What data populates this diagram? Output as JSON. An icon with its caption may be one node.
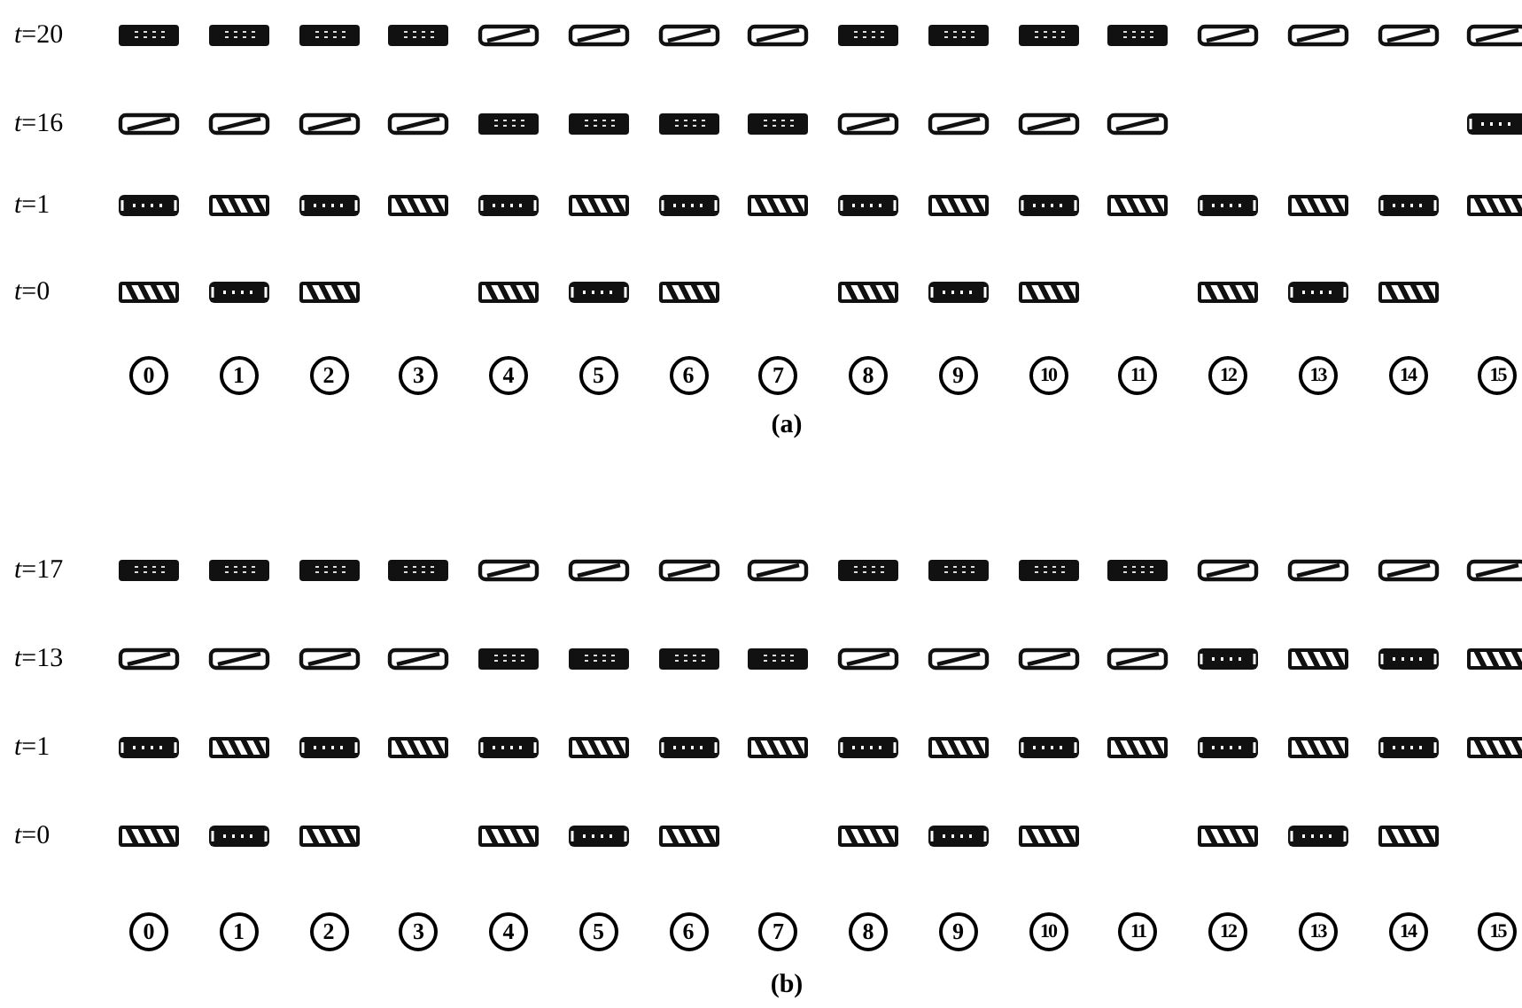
{
  "diagram": {
    "nodes": [
      {
        "text": [
          "0"
        ]
      },
      {
        "text": [
          "1"
        ]
      },
      {
        "text": [
          "2"
        ]
      },
      {
        "text": [
          "3"
        ]
      },
      {
        "text": [
          "4"
        ]
      },
      {
        "text": [
          "5"
        ]
      },
      {
        "text": [
          "6"
        ]
      },
      {
        "text": [
          "7"
        ]
      },
      {
        "text": [
          "8"
        ]
      },
      {
        "text": [
          "9"
        ]
      },
      {
        "text": [
          "10"
        ]
      },
      {
        "text": [
          "11"
        ]
      },
      {
        "text": [
          "12"
        ]
      },
      {
        "text": [
          "13"
        ]
      },
      {
        "text": [
          "14"
        ]
      },
      {
        "text": [
          "15"
        ]
      },
      {
        "text": [
          "0"
        ]
      },
      {
        "text": [
          "1"
        ]
      },
      {
        "text": [
          "2"
        ]
      },
      {
        "text": [
          "3"
        ]
      },
      {
        "text": [
          "4"
        ]
      },
      {
        "text": [
          "5"
        ]
      },
      {
        "text": [
          "6"
        ]
      },
      {
        "text": [
          "7"
        ]
      },
      {
        "text": [
          "8"
        ]
      },
      {
        "text": [
          "9"
        ]
      },
      {
        "text": [
          "10"
        ]
      },
      {
        "text": [
          "11"
        ]
      },
      {
        "text": [
          "12"
        ]
      },
      {
        "text": [
          "13"
        ]
      },
      {
        "text": [
          "14"
        ]
      },
      {
        "text": [
          "15"
        ]
      }
    ],
    "edges": [],
    "labels": [
      "*t*=20",
      "*t*=16",
      "*t*=1",
      "*t*=0",
      "(a)",
      "*t*=17",
      "*t*=13",
      "*t*=1",
      "*t*=0",
      "(b)"
    ]
  }
}
